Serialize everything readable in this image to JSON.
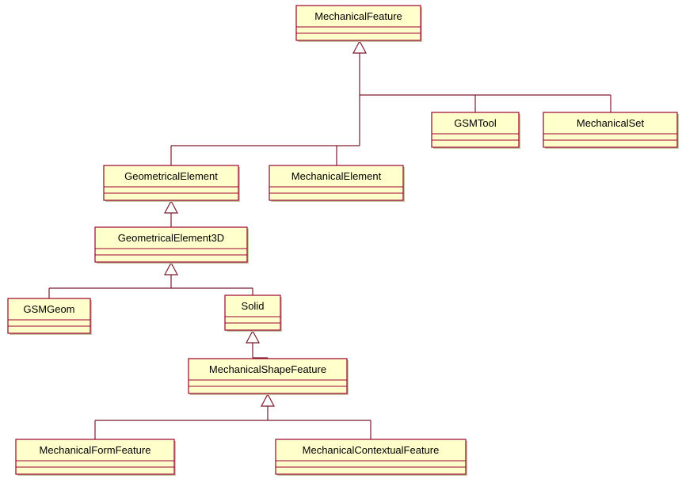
{
  "colors": {
    "box_fill": "#ffffcc",
    "box_stroke": "#990033",
    "edge": "#7a1a2e",
    "text": "#000000"
  },
  "diagram": {
    "type": "uml-class-diagram",
    "classes": [
      {
        "id": "mechanical_feature",
        "name": "MechanicalFeature"
      },
      {
        "id": "gsm_tool",
        "name": "GSMTool"
      },
      {
        "id": "mechanical_set",
        "name": "MechanicalSet"
      },
      {
        "id": "geometrical_element",
        "name": "GeometricalElement"
      },
      {
        "id": "mechanical_element",
        "name": "MechanicalElement"
      },
      {
        "id": "geometrical_element_3d",
        "name": "GeometricalElement3D"
      },
      {
        "id": "gsm_geom",
        "name": "GSMGeom"
      },
      {
        "id": "solid",
        "name": "Solid"
      },
      {
        "id": "mechanical_shape_feature",
        "name": "MechanicalShapeFeature"
      },
      {
        "id": "mechanical_form_feature",
        "name": "MechanicalFormFeature"
      },
      {
        "id": "mechanical_contextual_feature",
        "name": "MechanicalContextualFeature"
      }
    ],
    "generalizations": [
      {
        "parent": "mechanical_feature",
        "children": [
          "gsm_tool",
          "mechanical_set",
          "geometrical_element",
          "mechanical_element"
        ]
      },
      {
        "parent": "geometrical_element",
        "children": [
          "geometrical_element_3d"
        ]
      },
      {
        "parent": "geometrical_element_3d",
        "children": [
          "gsm_geom",
          "solid"
        ]
      },
      {
        "parent": "solid",
        "children": [
          "mechanical_shape_feature"
        ]
      },
      {
        "parent": "mechanical_shape_feature",
        "children": [
          "mechanical_form_feature",
          "mechanical_contextual_feature"
        ]
      }
    ]
  }
}
